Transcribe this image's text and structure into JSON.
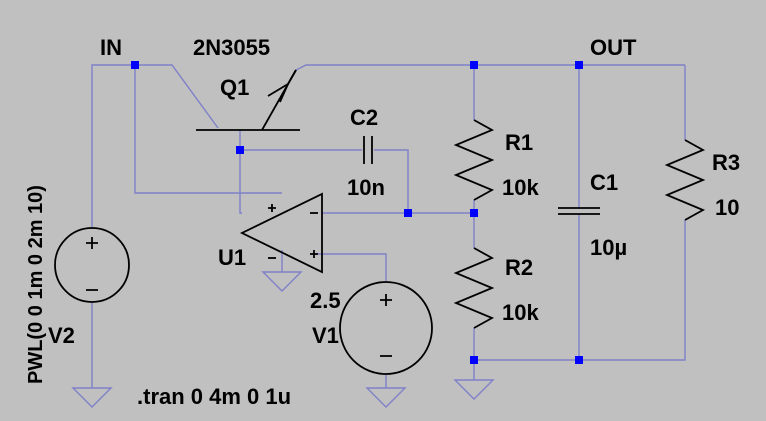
{
  "labels": {
    "in": "IN",
    "out": "OUT",
    "q1_model": "2N3055",
    "q1_name": "Q1",
    "c2_name": "C2",
    "c2_value": "10n",
    "r1_name": "R1",
    "r1_value": "10k",
    "r2_name": "R2",
    "r2_value": "10k",
    "c1_name": "C1",
    "c1_value": "10µ",
    "r3_name": "R3",
    "r3_value": "10",
    "u1_name": "U1",
    "v1_value": "2.5",
    "v1_name": "V1",
    "v2_name": "V2",
    "v2_value": "PWL(0 0 1m 0 2m 10)",
    "directive": ".tran 0 4m 0 1u"
  },
  "colors": {
    "background": "#c0c0c0",
    "wire": "#7f80c8",
    "component": "#000000",
    "junction": "#0000ff"
  }
}
